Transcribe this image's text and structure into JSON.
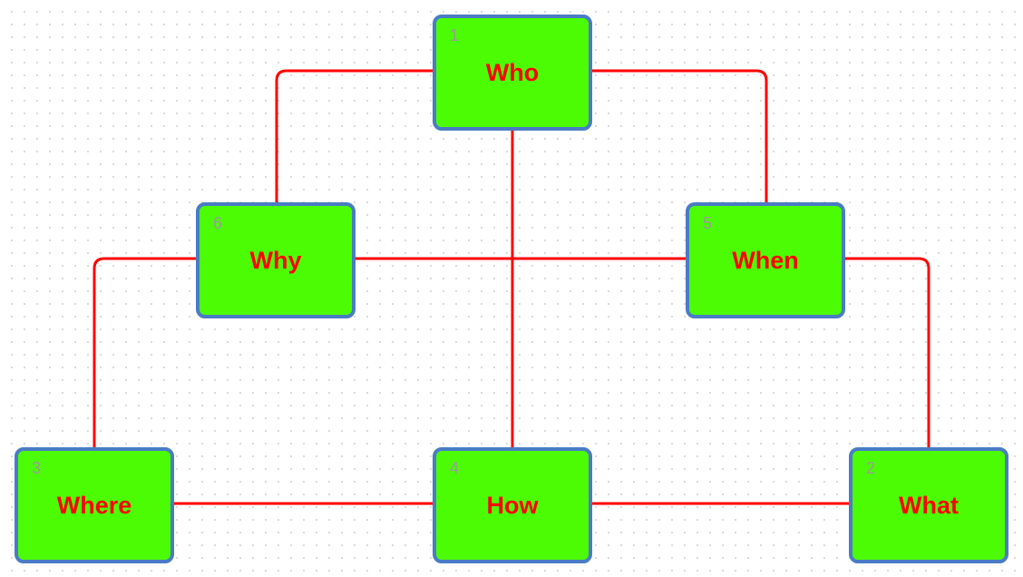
{
  "diagram": {
    "colors": {
      "node_fill": "#4cfc05",
      "node_border": "#4a7cc4",
      "label": "#ff0000",
      "index": "#9a9a9a",
      "edge": "#ff0000"
    },
    "nodes": [
      {
        "id": "who",
        "index": "1",
        "label": "Who"
      },
      {
        "id": "why",
        "index": "6",
        "label": "Why"
      },
      {
        "id": "when",
        "index": "5",
        "label": "When"
      },
      {
        "id": "where",
        "index": "3",
        "label": "Where"
      },
      {
        "id": "how",
        "index": "4",
        "label": "How"
      },
      {
        "id": "what",
        "index": "2",
        "label": "What"
      }
    ],
    "edges": [
      {
        "from": "who",
        "to": "why"
      },
      {
        "from": "who",
        "to": "when"
      },
      {
        "from": "who",
        "to": "how"
      },
      {
        "from": "why",
        "to": "when"
      },
      {
        "from": "why",
        "to": "where"
      },
      {
        "from": "when",
        "to": "what"
      },
      {
        "from": "where",
        "to": "how"
      },
      {
        "from": "how",
        "to": "what"
      }
    ]
  }
}
